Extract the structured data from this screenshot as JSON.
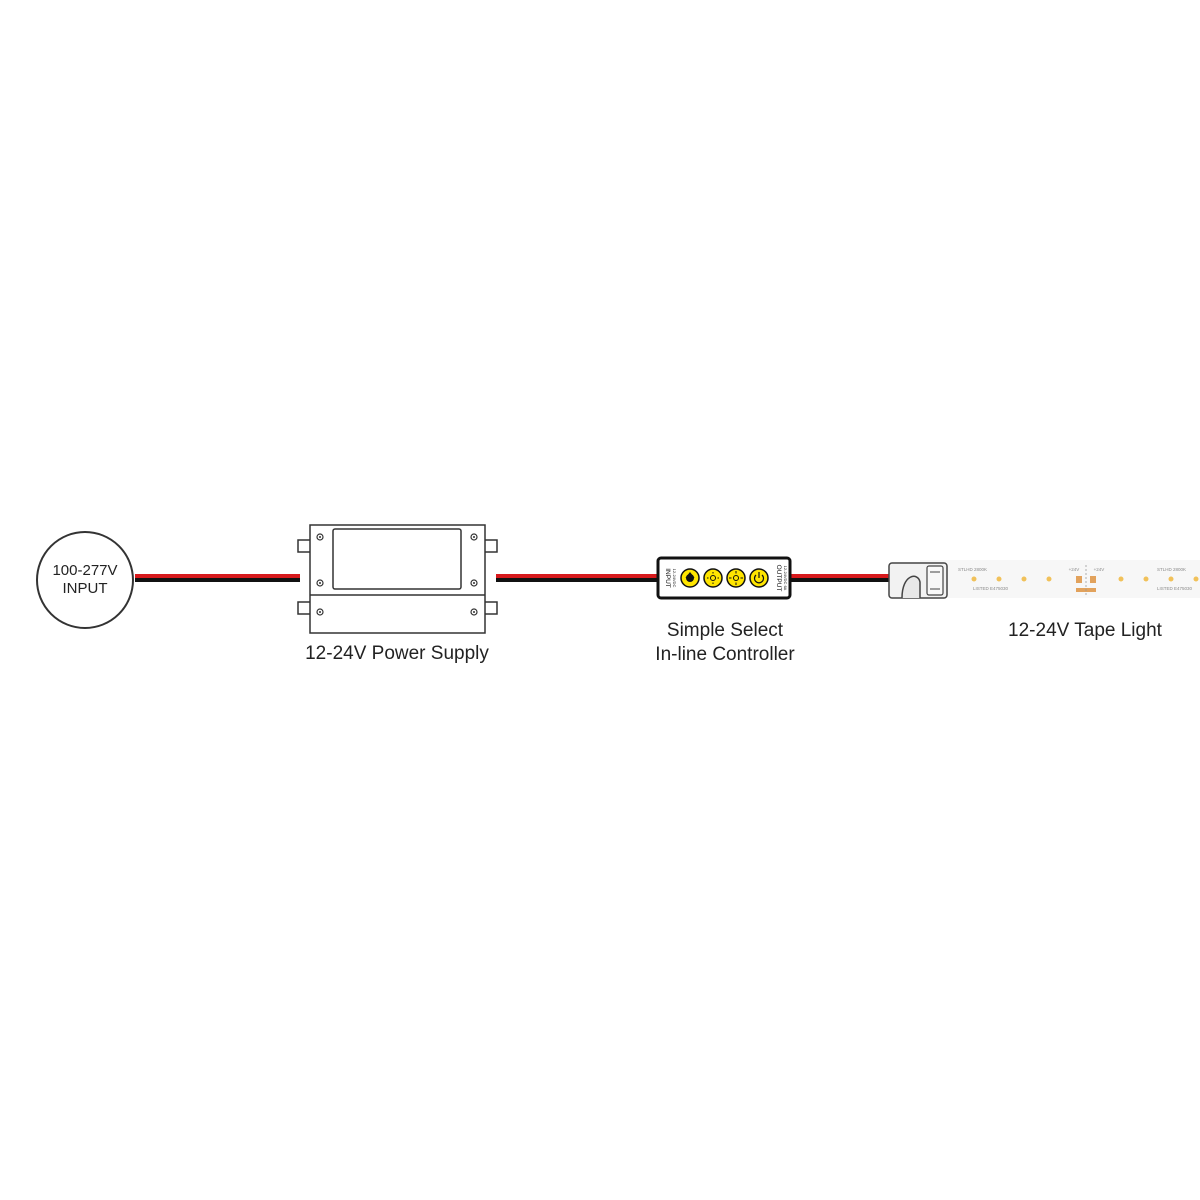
{
  "input": {
    "line1": "100-277V",
    "line2": "INPUT"
  },
  "power_supply": {
    "label": "12-24V Power Supply"
  },
  "controller": {
    "label_line1": "Simple Select",
    "label_line2": "In-line Controller",
    "input_text": "INPUT",
    "input_sub": "12-24VDC",
    "output_text": "OUTPUT",
    "output_sub": "12-24VDC 6A",
    "buttons": [
      "cct-select-icon",
      "brightness-down-icon",
      "brightness-up-icon",
      "power-icon"
    ]
  },
  "tape": {
    "label": "12-24V Tape Light",
    "print_a": "STLHD 2800K",
    "print_b": "LISTED E475030",
    "cut_plus": "+24V",
    "cut_minus": "+24V"
  },
  "colors": {
    "wire_red": "#d7191c",
    "wire_black": "#111111",
    "outline": "#333333",
    "button_yellow": "#ffe500",
    "led_amber": "#f1c15a",
    "copper_pad": "#e2a25c"
  }
}
